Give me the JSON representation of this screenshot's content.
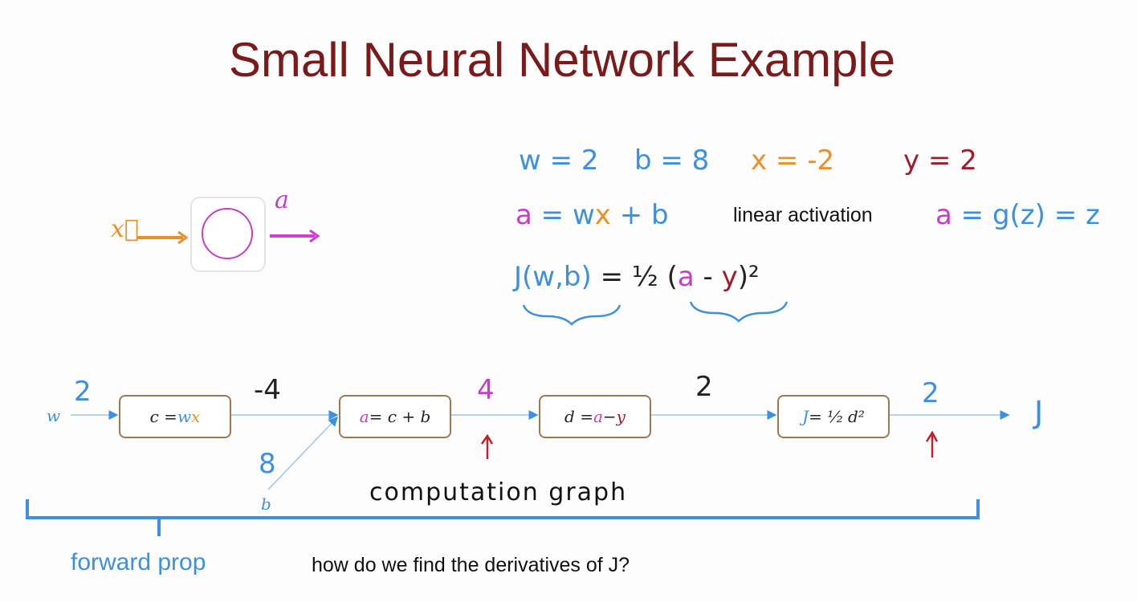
{
  "title": "Small Neural Network Example",
  "params": {
    "w": "w = 2",
    "b": "b = 8",
    "x": "x = -2",
    "y": "y = 2"
  },
  "equations": {
    "a_lhs": "a",
    "a_eq": " = w",
    "a_x": "x",
    "a_rest": " + b",
    "activation_label": "linear activation",
    "g_a": "a",
    "g_rest": " = g(z) = z",
    "cost_lhs": "J(w,b)",
    "cost_mid": " = ½ (",
    "cost_a": "a",
    "cost_minus": " - ",
    "cost_y": "y",
    "cost_end": ")²"
  },
  "neuron": {
    "input": "x⃗",
    "output": "a"
  },
  "graph": {
    "input_w": "w",
    "input_w_value": "2",
    "input_b": "b",
    "input_b_value": "8",
    "nodes": [
      {
        "pre": "c = ",
        "v1": "w",
        "v2": "x"
      },
      {
        "v0": "a",
        "post": " = c + b"
      },
      {
        "pre": "d = ",
        "v1": "a",
        "mid": " − ",
        "v2": "y"
      },
      {
        "v0": "J",
        "post": " = ¹⁄₂ d²"
      }
    ],
    "edge_values": [
      "-4",
      "4",
      "2",
      "2"
    ],
    "output": "J",
    "label": "computation graph"
  },
  "forward_prop": "forward prop",
  "question": "how do we find the derivatives of J?",
  "colors": {
    "title": "#7a1a1a",
    "blue": "#3d8fe0",
    "orange": "#e8902a",
    "magenta": "#c83cc8",
    "red": "#a01c2a"
  }
}
